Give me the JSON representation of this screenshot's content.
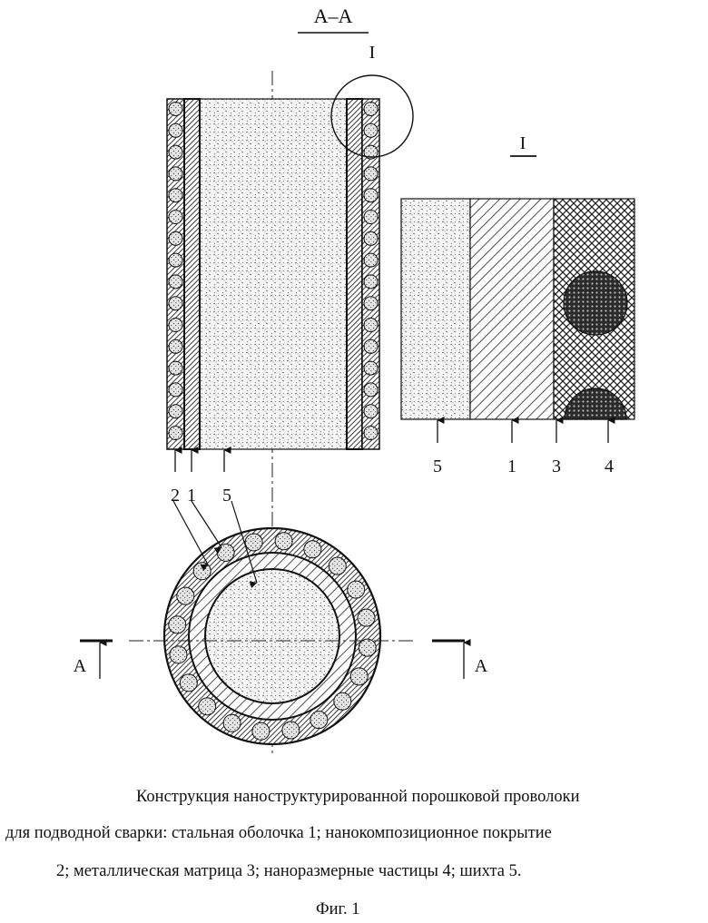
{
  "section_title": "А–А",
  "detail_marker": "I",
  "detail_title": "I",
  "longitudinal_labels": [
    "2",
    "1",
    "5"
  ],
  "cross_section_labels": [
    "2",
    "1",
    "5"
  ],
  "detail_labels": [
    "5",
    "1",
    "3",
    "4"
  ],
  "cut_left": "А",
  "cut_right": "А",
  "caption": {
    "line1": "Конструкция наноструктурированной порошковой проволоки",
    "line2": "для подводной сварки: стальная оболочка 1; нанокомпозиционное покрытие",
    "line3": "2; металлическая матрица 3; наноразмерные частицы 4; шихта 5.",
    "fig": "Фиг. 1"
  }
}
